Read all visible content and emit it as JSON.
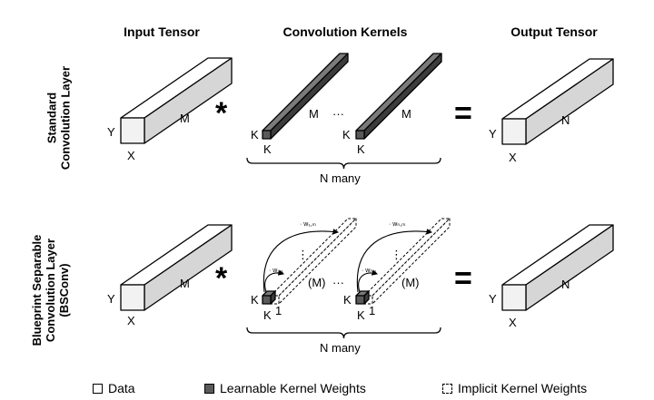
{
  "headers": {
    "input": "Input Tensor",
    "kernels": "Convolution Kernels",
    "output": "Output Tensor"
  },
  "rows": {
    "standard": "Standard|Convolution Layer",
    "bsconv": "Blueprint Separable|Convolution Layer|(BSConv)"
  },
  "labels": {
    "x": "X",
    "y": "Y",
    "m": "M",
    "n": "N",
    "k": "K",
    "m_paren": "(M)",
    "one": "1",
    "dots": "···",
    "n_many": "N many",
    "asterisk": "*",
    "equals": "=",
    "w_1m": "· w₁,ₘ",
    "w_11": "· w₁,₁",
    "w_nm": "· wₙ,ₘ",
    "w_n1": "· wₙ,₁",
    "vdots": "⋮"
  },
  "legend": {
    "data": "Data",
    "learnable": "Learnable Kernel Weights",
    "implicit": "Implicit Kernel Weights"
  },
  "colors": {
    "data_fill": "#f2f2f2",
    "data_side": "#d6d6d6",
    "kernel_fill": "#5a5a5a",
    "kernel_top": "#7a7a7a",
    "kernel_side": "#3c3c3c"
  }
}
